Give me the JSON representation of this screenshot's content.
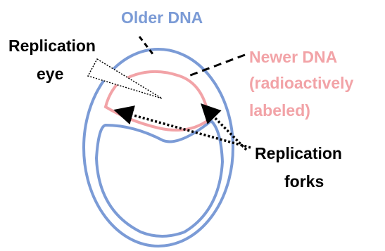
{
  "labels": {
    "older_dna": "Older DNA",
    "newer_dna_line1": "Newer DNA",
    "newer_dna_line2": "(radioactively",
    "newer_dna_line3": "labeled)",
    "replication_eye_line1": "Replication",
    "replication_eye_line2": "eye",
    "replication_forks_line1": "Replication",
    "replication_forks_line2": "forks"
  },
  "colors": {
    "older_dna": "#7b9bd6",
    "newer_dna": "#f2a3a7",
    "text_dark": "#000000",
    "background": "#ffffff"
  }
}
